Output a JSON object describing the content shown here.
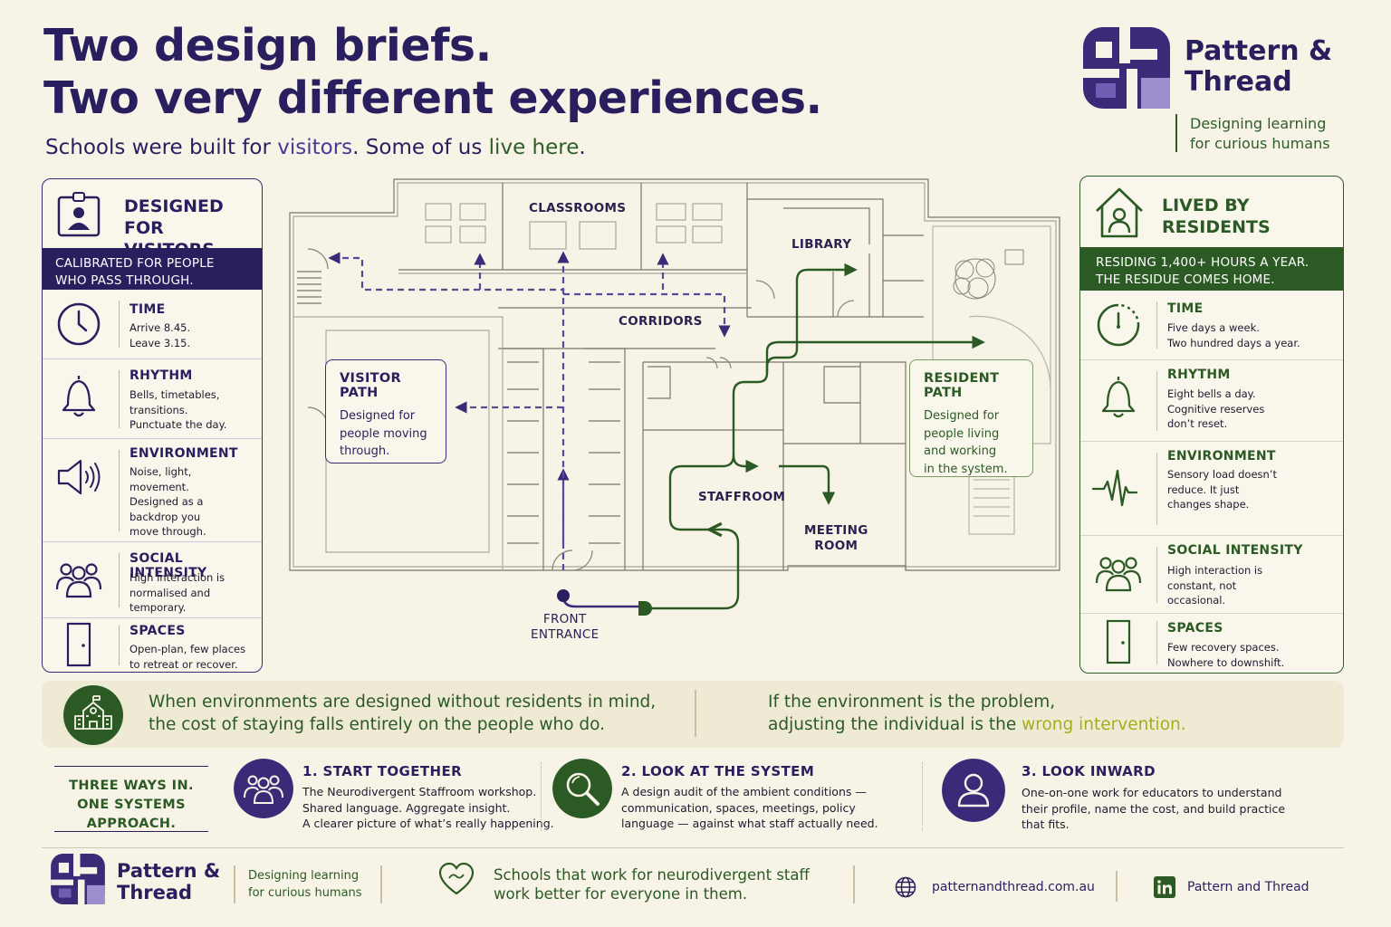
{
  "header": {
    "title_line1": "Two design briefs.",
    "title_line2": "Two very different experiences.",
    "subtitle_pre": "Schools were built for ",
    "subtitle_visitors": "visitors",
    "subtitle_mid": ". Some of us ",
    "subtitle_live": "live here",
    "subtitle_end": "."
  },
  "brand": {
    "name_line1": "Pattern &",
    "name_line2": "Thread",
    "tagline_line1": "Designing learning",
    "tagline_line2": "for curious humans",
    "colors": {
      "purple": "#3b2a78",
      "green": "#2f5d2a",
      "lime": "#a3ae1e"
    }
  },
  "visitors_panel": {
    "title_line1": "DESIGNED FOR",
    "title_line2": "VISITORS",
    "band_line1": "CALIBRATED FOR PEOPLE",
    "band_line2": "WHO PASS THROUGH.",
    "icon": "visitor-badge-icon",
    "rows": [
      {
        "icon": "clock-icon",
        "title": "TIME",
        "lines": [
          "Arrive 8.45.",
          "Leave 3.15."
        ]
      },
      {
        "icon": "bell-icon",
        "title": "RHYTHM",
        "lines": [
          "Bells, timetables,",
          "transitions.",
          "Punctuate the day."
        ]
      },
      {
        "icon": "speaker-icon",
        "title": "ENVIRONMENT",
        "lines": [
          "Noise, light,",
          "movement.",
          "Designed as a",
          "backdrop you",
          "move through."
        ]
      },
      {
        "icon": "group-icon",
        "title": "SOCIAL INTENSITY",
        "lines": [
          "High interaction is",
          "normalised and",
          "temporary."
        ]
      },
      {
        "icon": "door-icon",
        "title": "SPACES",
        "lines": [
          "Open-plan, few places",
          "to retreat or recover."
        ]
      }
    ]
  },
  "residents_panel": {
    "title_line1": "LIVED BY",
    "title_line2": "RESIDENTS",
    "band_line1": "RESIDING 1,400+ HOURS A YEAR.",
    "band_line2": "THE RESIDUE COMES HOME.",
    "icon": "house-person-icon",
    "rows": [
      {
        "icon": "clock-icon",
        "title": "TIME",
        "lines": [
          "Five days a week.",
          "Two hundred days a year."
        ]
      },
      {
        "icon": "bell-icon",
        "title": "RHYTHM",
        "lines": [
          "Eight bells a day.",
          "Cognitive reserves",
          "don’t reset."
        ]
      },
      {
        "icon": "pulse-icon",
        "title": "ENVIRONMENT",
        "lines": [
          "Sensory load doesn’t",
          "reduce. It just",
          "changes shape."
        ]
      },
      {
        "icon": "group-icon",
        "title": "SOCIAL INTENSITY",
        "lines": [
          "High interaction is",
          "constant, not",
          "occasional."
        ]
      },
      {
        "icon": "door-icon",
        "title": "SPACES",
        "lines": [
          "Few recovery spaces.",
          "Nowhere to downshift."
        ]
      }
    ]
  },
  "floorplan": {
    "labels": {
      "classrooms": "CLASSROOMS",
      "library": "LIBRARY",
      "corridors": "CORRIDORS",
      "staffroom": "STAFFROOM",
      "meeting_line1": "MEETING",
      "meeting_line2": "ROOM",
      "entrance_line1": "FRONT",
      "entrance_line2": "ENTRANCE"
    },
    "visitor_callout": {
      "title": "VISITOR PATH",
      "lines": [
        "Designed for",
        "people moving",
        "through."
      ]
    },
    "resident_callout": {
      "title": "RESIDENT PATH",
      "lines": [
        "Designed for",
        "people living",
        "and working",
        "in the system."
      ]
    }
  },
  "quote": {
    "left_line1": "When environments are designed without residents in mind,",
    "left_line2": "the cost of staying falls entirely on the people who do.",
    "right_line1": "If the environment is the problem,",
    "right_line2_pre": "adjusting the individual is the ",
    "right_line2_hl": "wrong intervention."
  },
  "three_ways": {
    "title_line1": "THREE WAYS IN.",
    "title_line2": "ONE SYSTEMS APPROACH.",
    "items": [
      {
        "icon": "group-icon",
        "title": "1. START TOGETHER",
        "lines": [
          "The Neurodivergent Staffroom workshop.",
          "Shared language. Aggregate insight.",
          "A clearer picture of what’s really happening."
        ]
      },
      {
        "icon": "magnifier-icon",
        "title": "2. LOOK AT THE SYSTEM",
        "lines": [
          "A design audit of the ambient conditions —",
          "communication, spaces, meetings, policy",
          "language — against what staff actually need."
        ]
      },
      {
        "icon": "person-icon",
        "title": "3. LOOK INWARD",
        "lines": [
          "One-on-one work for educators to understand",
          "their profile, name the cost, and build practice",
          "that fits."
        ]
      }
    ]
  },
  "footer": {
    "message_line1": "Schools that work for neurodivergent staff",
    "message_line2": "work better for everyone in them.",
    "website": "patternandthread.com.au",
    "linkedin": "Pattern and Thread"
  }
}
